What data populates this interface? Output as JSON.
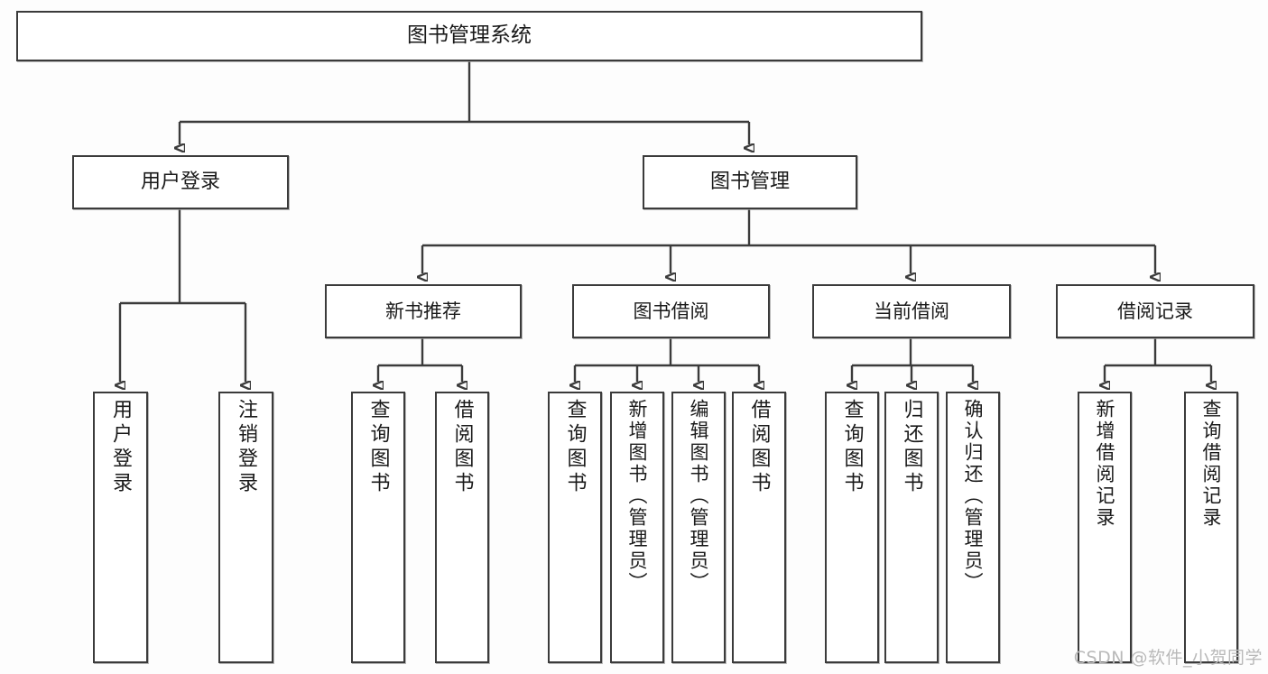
{
  "diagram": {
    "type": "tree",
    "title": "图书管理系统",
    "root": {
      "id": "root",
      "label": "图书管理系统"
    },
    "level1": [
      {
        "id": "user-login",
        "label": "用户登录"
      },
      {
        "id": "book-manage",
        "label": "图书管理"
      }
    ],
    "level2": [
      {
        "id": "new-book-rec",
        "label": "新书推荐",
        "parent": "book-manage"
      },
      {
        "id": "book-borrow",
        "label": "图书借阅",
        "parent": "book-manage"
      },
      {
        "id": "current-borrow",
        "label": "当前借阅",
        "parent": "book-manage"
      },
      {
        "id": "borrow-record",
        "label": "借阅记录",
        "parent": "book-manage"
      }
    ],
    "leaves": [
      {
        "id": "leaf-user-login",
        "label": "用户登录",
        "parent": "user-login"
      },
      {
        "id": "leaf-logout-login",
        "label": "注销登录",
        "parent": "user-login"
      },
      {
        "id": "leaf-query-book-1",
        "label": "查询图书",
        "parent": "new-book-rec"
      },
      {
        "id": "leaf-borrow-book-1",
        "label": "借阅图书",
        "parent": "new-book-rec"
      },
      {
        "id": "leaf-query-book-2",
        "label": "查询图书",
        "parent": "book-borrow"
      },
      {
        "id": "leaf-add-book",
        "label": "新增图书（管理员）",
        "parent": "book-borrow"
      },
      {
        "id": "leaf-edit-book",
        "label": "编辑图书（管理员）",
        "parent": "book-borrow"
      },
      {
        "id": "leaf-borrow-book-2",
        "label": "借阅图书",
        "parent": "book-borrow"
      },
      {
        "id": "leaf-query-book-3",
        "label": "查询图书",
        "parent": "current-borrow"
      },
      {
        "id": "leaf-return-book",
        "label": "归还图书",
        "parent": "current-borrow"
      },
      {
        "id": "leaf-confirm-return",
        "label": "确认归还（管理员）",
        "parent": "current-borrow"
      },
      {
        "id": "leaf-add-record",
        "label": "新增借阅记录",
        "parent": "borrow-record"
      },
      {
        "id": "leaf-query-record",
        "label": "查询借阅记录",
        "parent": "borrow-record"
      }
    ],
    "colors": {
      "stroke": "#3b3b3b",
      "fill": "#ffffff",
      "background": "#fdfdfd",
      "text": "#1a1a1a",
      "watermark": "#b9b9b9"
    }
  },
  "watermark": {
    "text": "CSDN @软件_小贺同学"
  }
}
